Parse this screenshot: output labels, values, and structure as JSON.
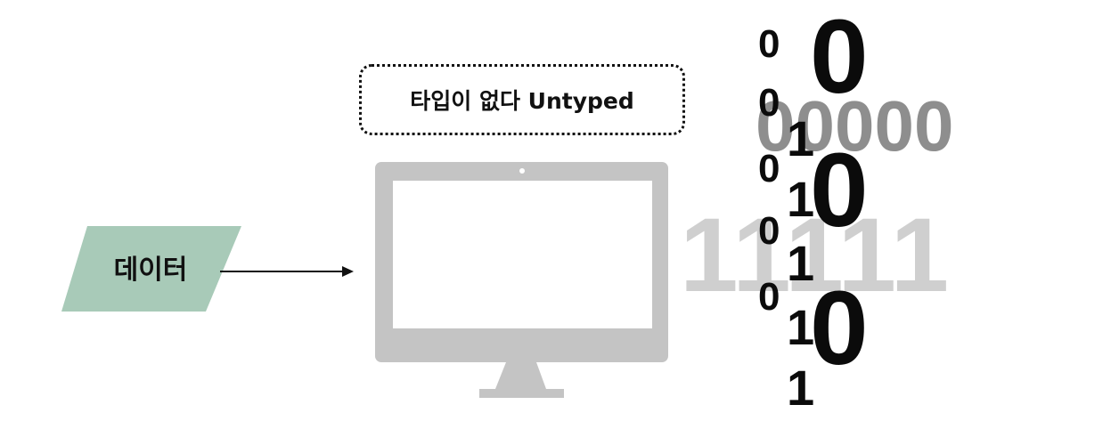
{
  "callout": {
    "label": "타입이 없다 Untyped"
  },
  "input": {
    "label": "데이터",
    "color": "#a8cab8"
  },
  "monitor": {
    "color": "#c4c4c4"
  },
  "binary": {
    "light_row": "11111",
    "mid_row": "00000",
    "big_zero": "0",
    "small_zero": "0",
    "one": "1"
  }
}
